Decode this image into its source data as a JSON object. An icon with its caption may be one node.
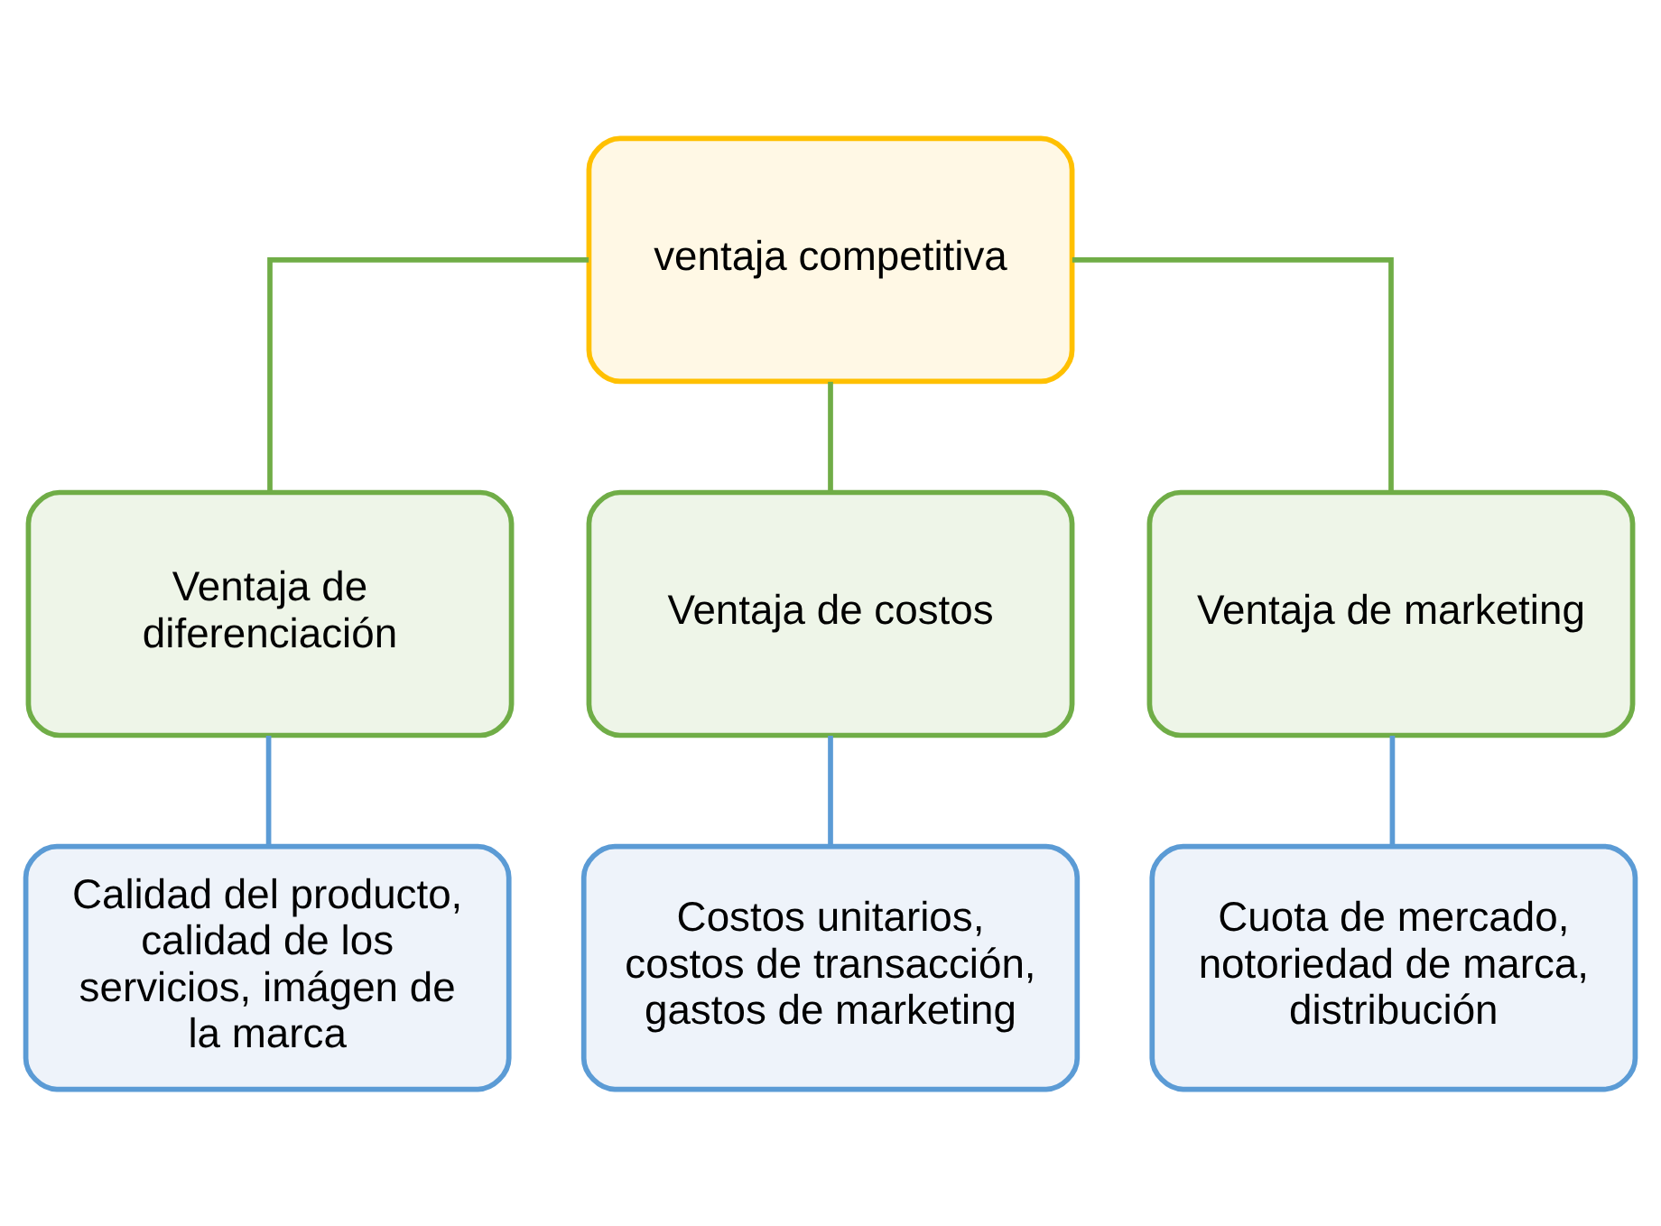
{
  "diagram": {
    "nodes": [
      {
        "text": [
          "ventaja competitiva"
        ]
      },
      {
        "text": [
          "Ventaja de diferenciación"
        ]
      },
      {
        "text": [
          "Ventaja de costos"
        ]
      },
      {
        "text": [
          "Ventaja de marketing"
        ]
      },
      {
        "text": [
          "Calidad del producto, calidad de los servicios, imágen de la marca"
        ]
      },
      {
        "text": [
          "Costos unitarios, costos de transacción, gastos de marketing"
        ]
      },
      {
        "text": [
          "Cuota de mercado, notoriedad de marca, distribución"
        ]
      }
    ],
    "edges": [
      {
        "from": 0,
        "to": 1,
        "arrow": "none"
      },
      {
        "from": 0,
        "to": 2,
        "arrow": "none"
      },
      {
        "from": 0,
        "to": 3,
        "arrow": "none"
      },
      {
        "from": 1,
        "to": 4,
        "arrow": "none",
        "color": "#5b9bd5"
      },
      {
        "from": 2,
        "to": 5,
        "arrow": "none",
        "color": "#5b9bd5"
      },
      {
        "from": 3,
        "to": 6,
        "arrow": "none",
        "color": "#5b9bd5"
      }
    ]
  }
}
